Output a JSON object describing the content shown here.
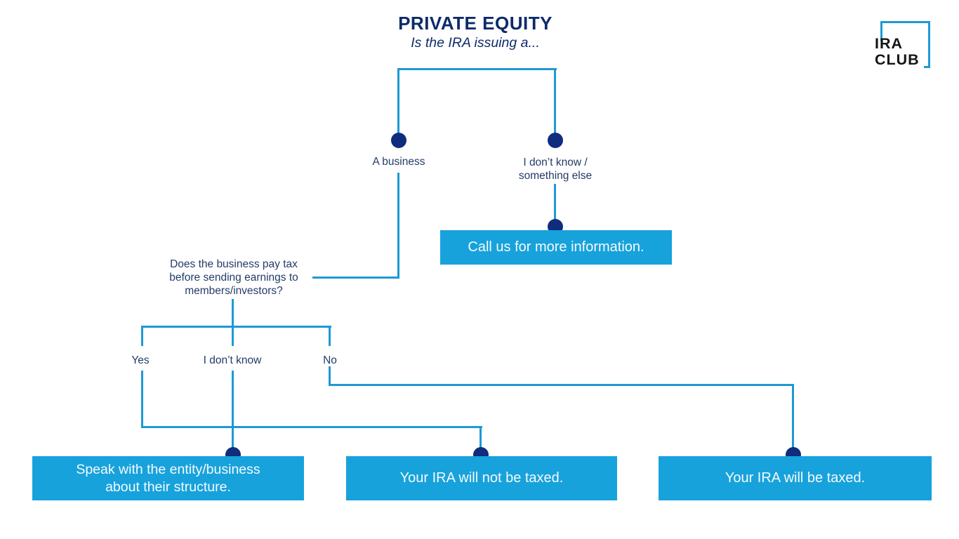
{
  "header": {
    "title": "PRIVATE EQUITY",
    "subtitle": "Is the IRA issuing a..."
  },
  "logo": {
    "text": "IRA\nCLUB"
  },
  "colors": {
    "line": "#1E99D5",
    "box": "#17A2DC",
    "dot": "#0F2C7D",
    "title": "#0D2B6B",
    "label": "#233C68",
    "boxText": "#F5FAFD",
    "logoText": "#151515",
    "bg": "#FFFFFF"
  },
  "tree": {
    "branch_business": "A business",
    "branch_unknown": "I don’t know /\nsomething else",
    "call_us": "Call us for more information.",
    "question": "Does the business pay tax\nbefore sending earnings to\nmembers/investors?",
    "answer_yes": "Yes",
    "answer_unknown": "I don’t know",
    "answer_no": "No",
    "result_speak": "Speak with the entity/business\nabout their structure.",
    "result_not_taxed": "Your IRA will not be taxed.",
    "result_taxed": "Your IRA will be taxed."
  }
}
